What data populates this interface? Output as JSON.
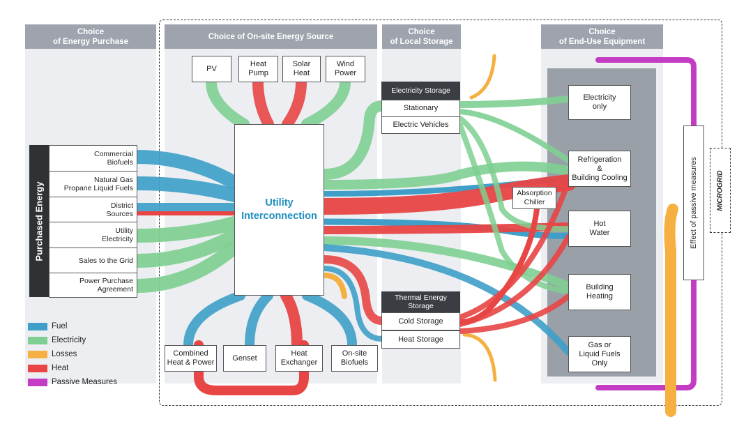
{
  "headers": {
    "energy_purchase": "Choice\nof Energy Purchase",
    "onsite_source": "Choice of On-site Energy Source",
    "local_storage": "Choice\nof Local Storage",
    "end_use": "Choice\nof End-Use Equipment"
  },
  "purchased_energy": {
    "title": "Purchased Energy",
    "items": [
      "Commercial\nBiofuels",
      "Natural Gas\nPropane Liquid Fuels",
      "District\nSources",
      "Utility\nElectricity",
      "Sales to the Grid",
      "Power Purchase\nAgreement"
    ]
  },
  "onsite_top": [
    "PV",
    "Heat\nPump",
    "Solar\nHeat",
    "Wind\nPower"
  ],
  "utility": "Utility\nInterconnection",
  "onsite_bottom": [
    "Combined\nHeat & Power",
    "Genset",
    "Heat\nExchanger",
    "On-site\nBiofuels"
  ],
  "electricity_storage": {
    "title": "Electricity Storage",
    "items": [
      "Stationary",
      "Electric Vehicles"
    ]
  },
  "thermal_storage": {
    "title": "Thermal Energy\nStorage",
    "items": [
      "Cold Storage",
      "Heat Storage"
    ]
  },
  "absorption_chiller": "Absorption\nChiller",
  "end_use_items": [
    "Electricity\nonly",
    "Refrigeration\n&\nBuilding Cooling",
    "Hot\nWater",
    "Building\nHeating",
    "Gas or\nLiquid Fuels\nOnly"
  ],
  "passive_label": "Effect of passive measures",
  "microgrid_label": "MICROGRID",
  "legend": [
    {
      "label": "Fuel",
      "color": "#3f9fc8"
    },
    {
      "label": "Electricity",
      "color": "#7fcf92"
    },
    {
      "label": "Losses",
      "color": "#f5b041"
    },
    {
      "label": "Heat",
      "color": "#e84545"
    },
    {
      "label": "Passive Measures",
      "color": "#c43cc4"
    }
  ]
}
